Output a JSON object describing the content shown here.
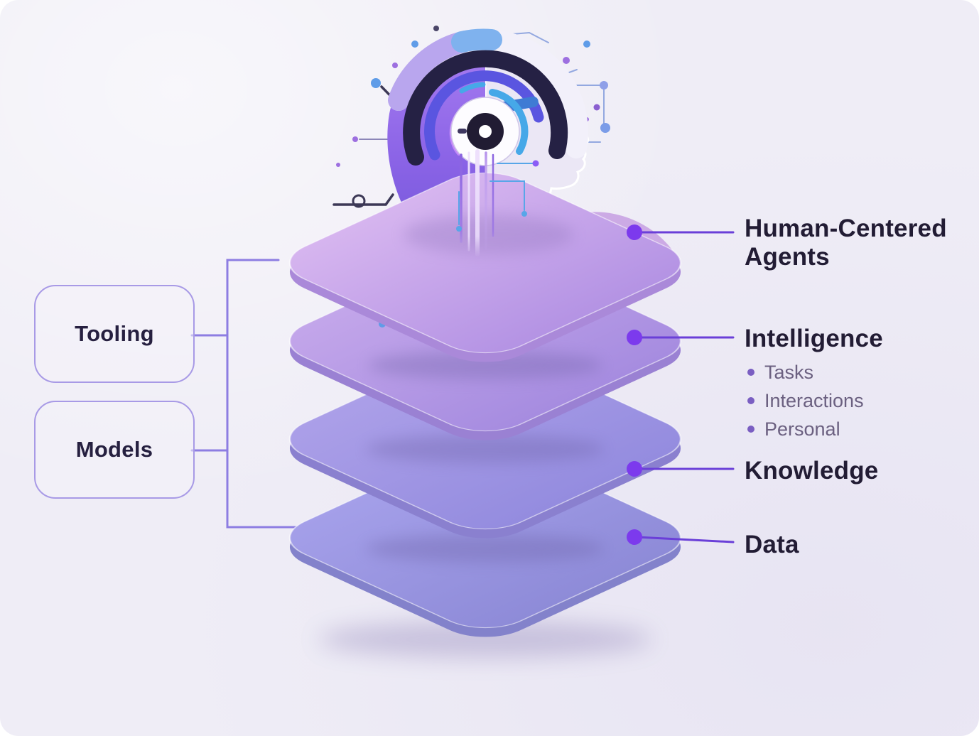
{
  "title": "Human-Centered Agents layered architecture diagram",
  "colors": {
    "background": "#efedf6",
    "accent_dot": "#7c3aed",
    "callout_line": "#6a3fd8",
    "bracket": "#8d7de2",
    "heading": "#221c34",
    "bullet_text": "#6b6080",
    "bullet_dot": "#7a5ec2",
    "box_border": "#a89ae6",
    "box_text": "#262040"
  },
  "left_boxes": [
    {
      "label": "Tooling"
    },
    {
      "label": "Models"
    }
  ],
  "layers": [
    {
      "label": "Human-Centered Agents",
      "top": "#d6b5ef",
      "bottom": "#b493e4",
      "edge": "#aa89d9"
    },
    {
      "label": "Intelligence",
      "top": "#c3a6ea",
      "bottom": "#a68ce0",
      "edge": "#9a81d3",
      "bullets": [
        "Tasks",
        "Interactions",
        "Personal"
      ]
    },
    {
      "label": "Knowledge",
      "top": "#ab9fe8",
      "bottom": "#948cdf",
      "edge": "#8a80cf"
    },
    {
      "label": "Data",
      "top": "#a49fe9",
      "bottom": "#8e8bd8",
      "edge": "#8382cb"
    }
  ],
  "illustration": {
    "name": "ai-head-with-circuits",
    "head_left": "#a47af0",
    "head_left_deep": "#6f55d6",
    "face_fill": "#ebe7f5",
    "arc_dark": "#252144",
    "arc_indigo": "#5a55e0",
    "arc_cyan": "#46a8e8",
    "arc_violet": "#c288f8"
  }
}
